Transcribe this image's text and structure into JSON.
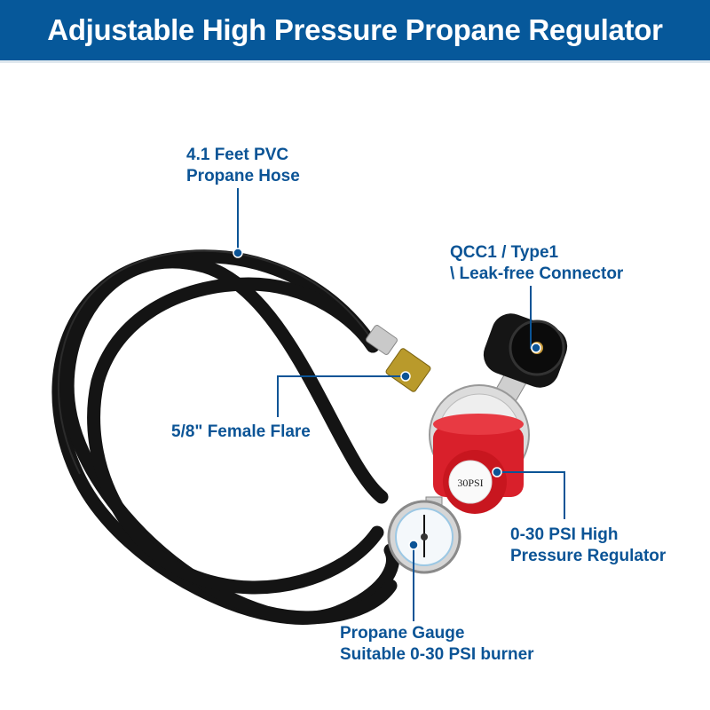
{
  "title": "Adjustable High Pressure Propane Regulator",
  "callouts": {
    "hose": {
      "line1": "4.1 Feet PVC",
      "line2": "Propane Hose"
    },
    "connector": {
      "line1": "QCC1 / Type1",
      "line2": "\\ Leak-free Connector"
    },
    "flare": {
      "line1": "5/8\" Female Flare"
    },
    "regulator": {
      "line1": "0-30 PSI High",
      "line2": "Pressure Regulator"
    },
    "gauge": {
      "line1": "Propane Gauge",
      "line2": "Suitable 0-30 PSI burner"
    }
  },
  "product": {
    "knob_label": "30PSI"
  },
  "colors": {
    "header": "#06589a",
    "callout": "#0b5496",
    "knob": "#d9202b"
  }
}
